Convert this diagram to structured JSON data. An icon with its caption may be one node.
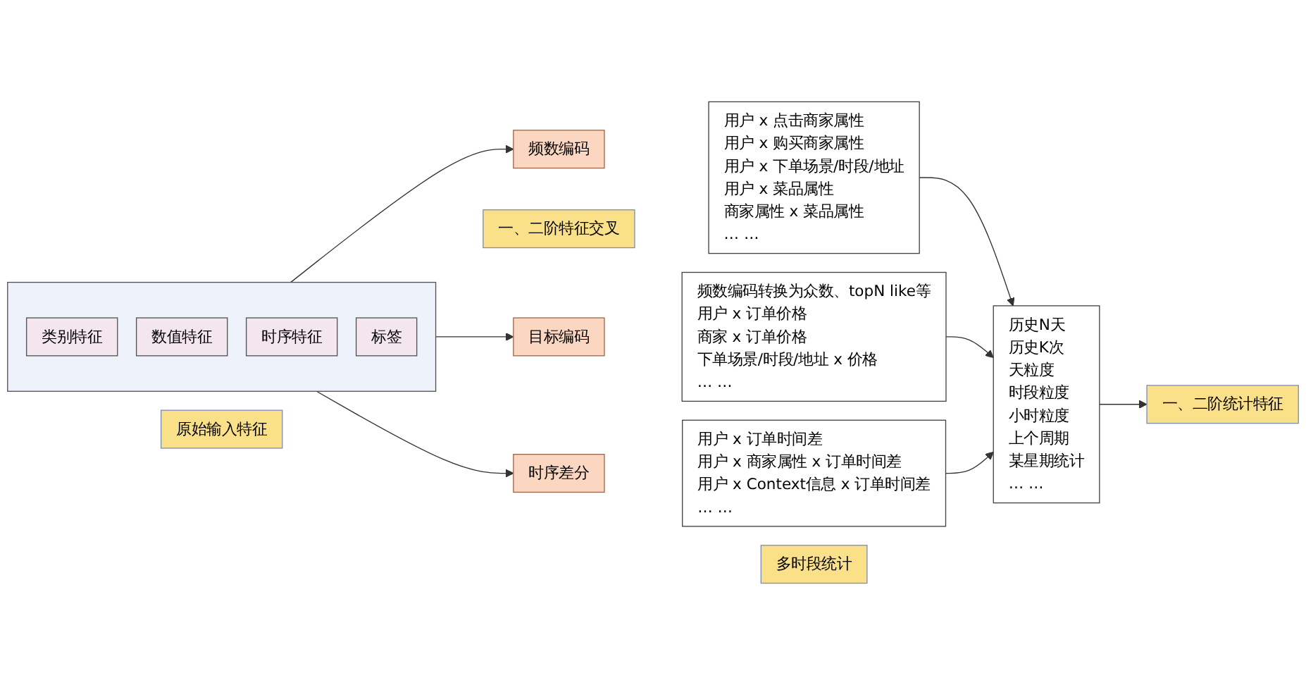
{
  "diagram": {
    "nodes": [
      {
        "text": [
          "原始输入特征"
        ]
      },
      {
        "text": [],
        "shape": "box"
      },
      {
        "text": [
          "类别特征"
        ],
        "in": 1
      },
      {
        "text": [
          "数值特征"
        ],
        "in": 1
      },
      {
        "text": [
          "时序特征"
        ],
        "in": 1
      },
      {
        "text": [
          "标签"
        ],
        "in": 1
      },
      {
        "text": [
          "一、二阶特征交叉"
        ]
      },
      {
        "text": [
          "频数编码"
        ]
      },
      {
        "text": [
          "用户 x 点击商家属性",
          "用户 x 购买商家属性",
          "用户 x 下单场景/时段/地址",
          "用户 x 菜品属性",
          "商家属性 x 菜品属性",
          "… …"
        ]
      },
      {
        "text": [
          "目标编码"
        ]
      },
      {
        "text": [
          "频数编码转换为众数、topN like等",
          "用户 x 订单价格",
          "商家 x 订单价格",
          "下单场景/时段/地址 x 价格",
          "… …"
        ]
      },
      {
        "text": [
          "时序差分"
        ]
      },
      {
        "text": [
          "用户 x 订单时间差",
          "用户 x 商家属性 x 订单时间差",
          "用户 x Context信息 x 订单时间差",
          "… …"
        ]
      },
      {
        "text": [
          "多时段统计"
        ]
      },
      {
        "text": [
          "历史N天",
          "历史K次",
          "天粒度",
          "时段粒度",
          "小时粒度",
          "上个周期",
          "某星期统计",
          "… …"
        ]
      },
      {
        "text": [
          "一、二阶统计特征"
        ]
      }
    ],
    "edges": [
      {
        "from": 1,
        "to": 7,
        "arrow": "to"
      },
      {
        "from": 1,
        "to": 9,
        "arrow": "to"
      },
      {
        "from": 1,
        "to": 11,
        "arrow": "to"
      },
      {
        "from": 8,
        "to": 14,
        "arrow": "to"
      },
      {
        "from": 10,
        "to": 14,
        "arrow": "to"
      },
      {
        "from": 12,
        "to": 14,
        "arrow": "to"
      },
      {
        "from": 14,
        "to": 15,
        "arrow": "to"
      }
    ]
  }
}
